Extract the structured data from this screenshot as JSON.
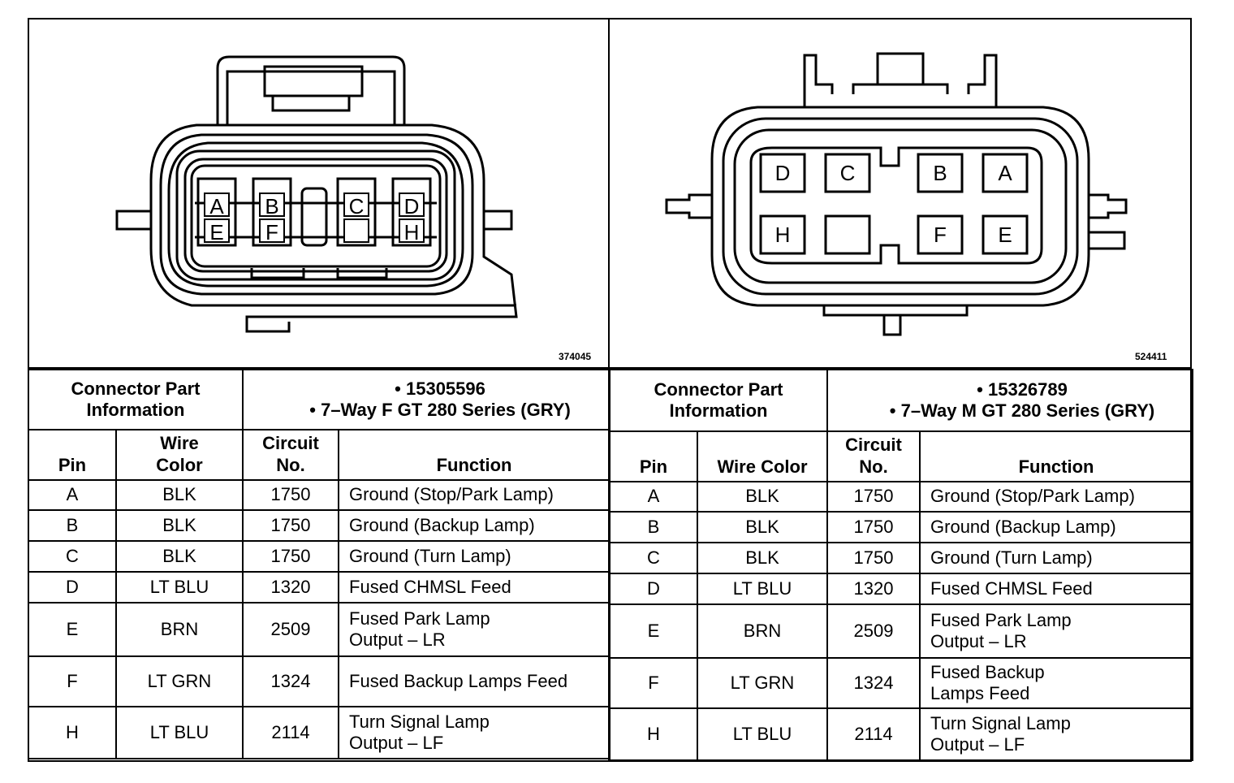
{
  "left": {
    "figure_id": "374045",
    "pins_upper": [
      "A",
      "B",
      "C",
      "D"
    ],
    "pins_lower": [
      "E",
      "F",
      "",
      "H"
    ],
    "info_label_1": "Connector Part",
    "info_label_2": "Information",
    "part_number": "15305596",
    "part_desc": "7–Way F GT 280 Series (GRY)",
    "headers": {
      "pin": "Pin",
      "wire_1": "Wire",
      "wire_2": "Color",
      "circuit_1": "Circuit",
      "circuit_2": "No.",
      "function": "Function"
    },
    "rows": [
      {
        "pin": "A",
        "color": "BLK",
        "circuit": "1750",
        "fn1": "Ground (Stop/Park Lamp)",
        "fn2": ""
      },
      {
        "pin": "B",
        "color": "BLK",
        "circuit": "1750",
        "fn1": "Ground (Backup Lamp)",
        "fn2": ""
      },
      {
        "pin": "C",
        "color": "BLK",
        "circuit": "1750",
        "fn1": "Ground (Turn Lamp)",
        "fn2": ""
      },
      {
        "pin": "D",
        "color": "LT BLU",
        "circuit": "1320",
        "fn1": "Fused CHMSL Feed",
        "fn2": ""
      },
      {
        "pin": "E",
        "color": "BRN",
        "circuit": "2509",
        "fn1": "Fused Park Lamp",
        "fn2": "Output – LR"
      },
      {
        "pin": "F",
        "color": "LT GRN",
        "circuit": "1324",
        "fn1": "Fused Backup Lamps Feed",
        "fn2": ""
      },
      {
        "pin": "H",
        "color": "LT BLU",
        "circuit": "2114",
        "fn1": "Turn Signal Lamp",
        "fn2": "Output – LF"
      }
    ]
  },
  "right": {
    "figure_id": "524411",
    "pins_upper": [
      "D",
      "C",
      "B",
      "A"
    ],
    "pins_lower": [
      "H",
      "",
      "F",
      "E"
    ],
    "info_label_1": "Connector Part",
    "info_label_2": "Information",
    "part_number": "15326789",
    "part_desc": "7–Way M GT 280 Series (GRY)",
    "headers": {
      "pin": "Pin",
      "wire": "Wire Color",
      "circuit_1": "Circuit",
      "circuit_2": "No.",
      "function": "Function"
    },
    "rows": [
      {
        "pin": "A",
        "color": "BLK",
        "circuit": "1750",
        "fn1": "Ground (Stop/Park Lamp)",
        "fn2": ""
      },
      {
        "pin": "B",
        "color": "BLK",
        "circuit": "1750",
        "fn1": "Ground (Backup Lamp)",
        "fn2": ""
      },
      {
        "pin": "C",
        "color": "BLK",
        "circuit": "1750",
        "fn1": "Ground (Turn Lamp)",
        "fn2": ""
      },
      {
        "pin": "D",
        "color": "LT BLU",
        "circuit": "1320",
        "fn1": "Fused CHMSL Feed",
        "fn2": ""
      },
      {
        "pin": "E",
        "color": "BRN",
        "circuit": "2509",
        "fn1": "Fused Park Lamp",
        "fn2": "Output – LR"
      },
      {
        "pin": "F",
        "color": "LT GRN",
        "circuit": "1324",
        "fn1": "Fused Backup",
        "fn2": "Lamps Feed"
      },
      {
        "pin": "H",
        "color": "LT BLU",
        "circuit": "2114",
        "fn1": "Turn Signal Lamp",
        "fn2": "Output – LF"
      }
    ]
  }
}
